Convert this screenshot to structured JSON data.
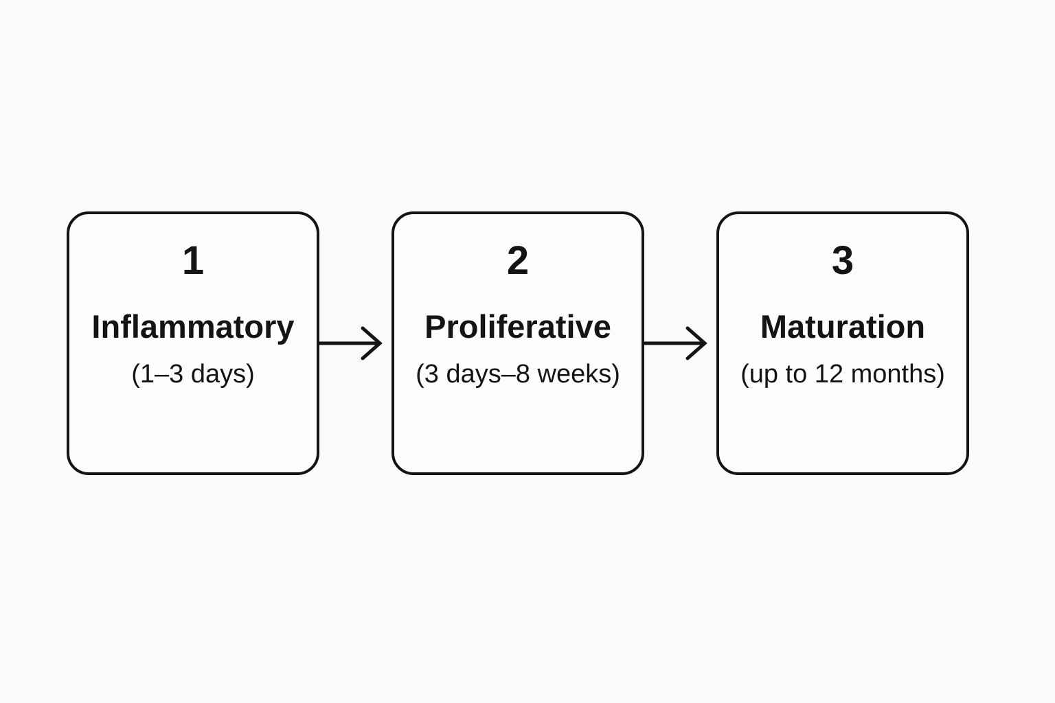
{
  "colors": {
    "background": "#fafafa",
    "box_fill": "#fcfcfc",
    "border": "#141414",
    "text": "#141414"
  },
  "diagram": {
    "type": "flow",
    "direction": "left-to-right",
    "steps": [
      {
        "number": "1",
        "label": "Inflammatory",
        "duration": "(1–3 days)"
      },
      {
        "number": "2",
        "label": "Proliferative",
        "duration": "(3 days–8 weeks)"
      },
      {
        "number": "3",
        "label": "Maturation",
        "duration": "(up to 12 months)"
      }
    ],
    "connectors": [
      {
        "from": "1",
        "to": "2",
        "style": "arrow-right"
      },
      {
        "from": "2",
        "to": "3",
        "style": "arrow-right"
      }
    ]
  }
}
